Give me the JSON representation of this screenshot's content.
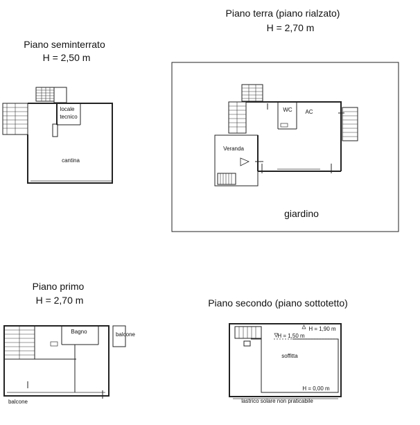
{
  "plans": {
    "basement": {
      "title": "Piano seminterrato",
      "height": "H = 2,50 m",
      "rooms": {
        "technical_room_line1": "locale",
        "technical_room_line2": "tecnico",
        "cellar": "cantina"
      }
    },
    "ground": {
      "title": "Piano terra (piano rialzato)",
      "height": "H = 2,70 m",
      "rooms": {
        "wc": "WC",
        "ac": "AC",
        "veranda": "Veranda",
        "garden": "giardino"
      }
    },
    "first": {
      "title": "Piano primo",
      "height": "H = 2,70 m",
      "rooms": {
        "bathroom": "Bagno",
        "balcony_right": "balcone",
        "balcony_bottom": "balcone"
      }
    },
    "second": {
      "title": "Piano secondo (piano sottotetto)",
      "rooms": {
        "attic": "soffitta",
        "h_max": "H = 1,90 m",
        "h_mid": "H = 1,50 m",
        "h_min": "H = 0,00 m",
        "roof_terrace": "lastrico solare non praticabile"
      }
    }
  }
}
